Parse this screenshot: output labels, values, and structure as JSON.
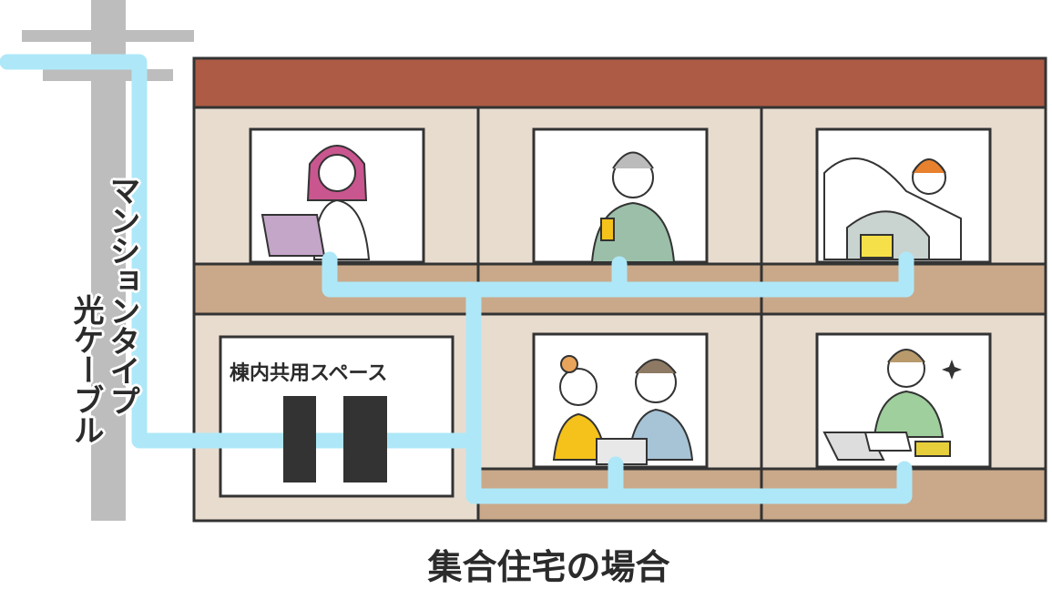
{
  "cable_label": {
    "line1": "マンションタイプ",
    "line2": "光ケーブル"
  },
  "shared_space_label": "棟内共用スペース",
  "title": "集合住宅の場合",
  "colors": {
    "cable": "#aee8f8",
    "roof": "#ad5b45",
    "wall": "#e8dccf",
    "balcony": "#c9a98a",
    "pole": "#bdbdbd",
    "equipment": "#333333"
  }
}
